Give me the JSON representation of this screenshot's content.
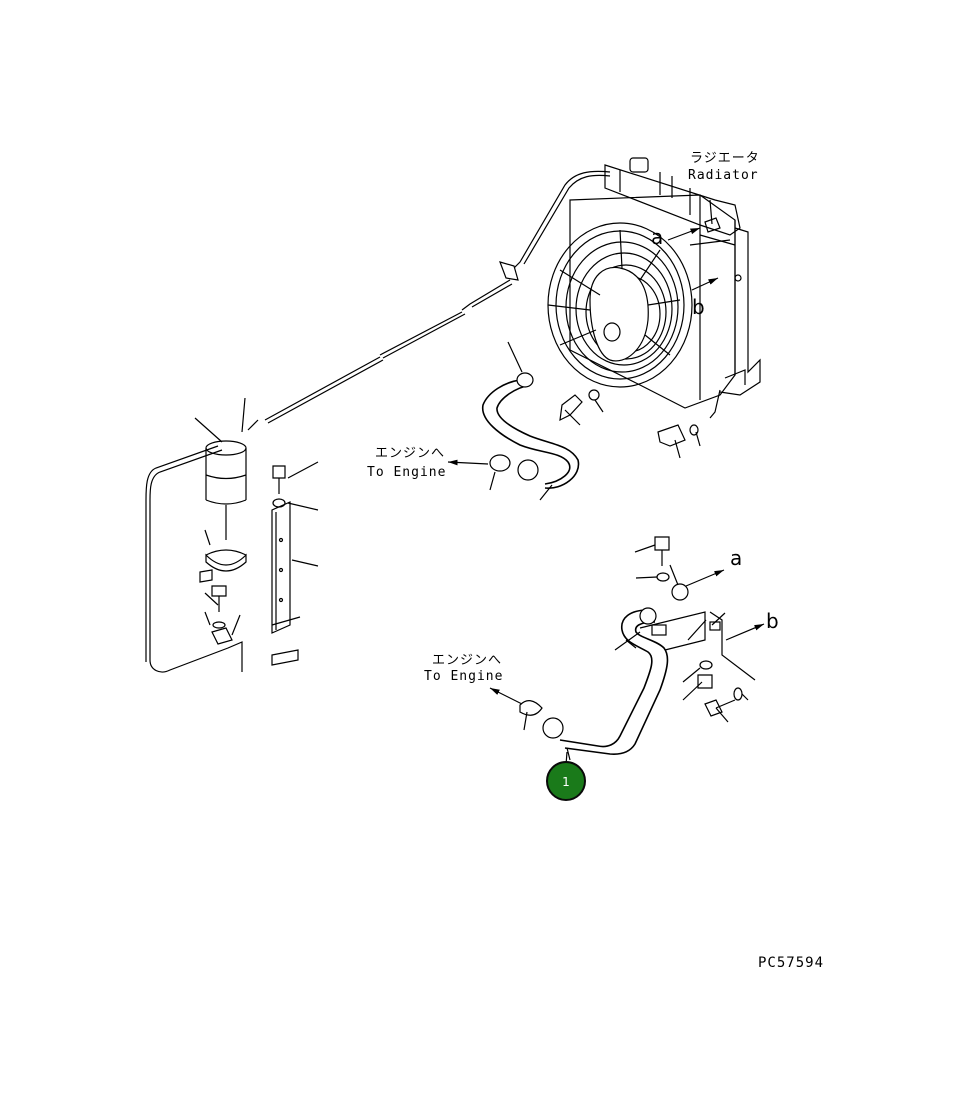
{
  "labels": {
    "radiator_jp": "ラジエータ",
    "radiator_en": "Radiator",
    "to_engine_jp_1": "エンジンへ",
    "to_engine_en_1": "To Engine",
    "to_engine_jp_2": "エンジンへ",
    "to_engine_en_2": "To Engine",
    "ref_a_top": "a",
    "ref_b_top": "b",
    "ref_a_bottom": "a",
    "ref_b_bottom": "b",
    "drawing_code": "PC57594"
  },
  "callout": {
    "number": "1",
    "color": "#1a7a1a"
  }
}
